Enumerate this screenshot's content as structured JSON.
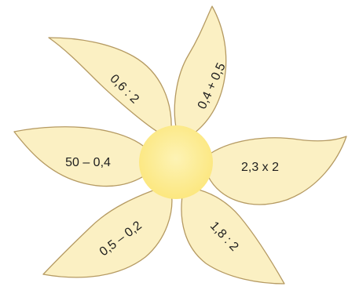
{
  "flower": {
    "colors": {
      "petal_fill": "#fbf0c3",
      "petal_stroke": "#b59a62",
      "center_fill": "#fce77f",
      "center_core": "#fdf3b5",
      "text": "#1e1e1e"
    },
    "petals": [
      {
        "name": "petal-top-left",
        "expression": "0,6 : 2"
      },
      {
        "name": "petal-top-right",
        "expression": "0,4 + 0,5"
      },
      {
        "name": "petal-left",
        "expression": "50 – 0,4"
      },
      {
        "name": "petal-right",
        "expression": "2,3 x 2"
      },
      {
        "name": "petal-bottom-left",
        "expression": "0,5 – 0,2"
      },
      {
        "name": "petal-bottom-right",
        "expression": "1,8 : 2"
      }
    ]
  }
}
